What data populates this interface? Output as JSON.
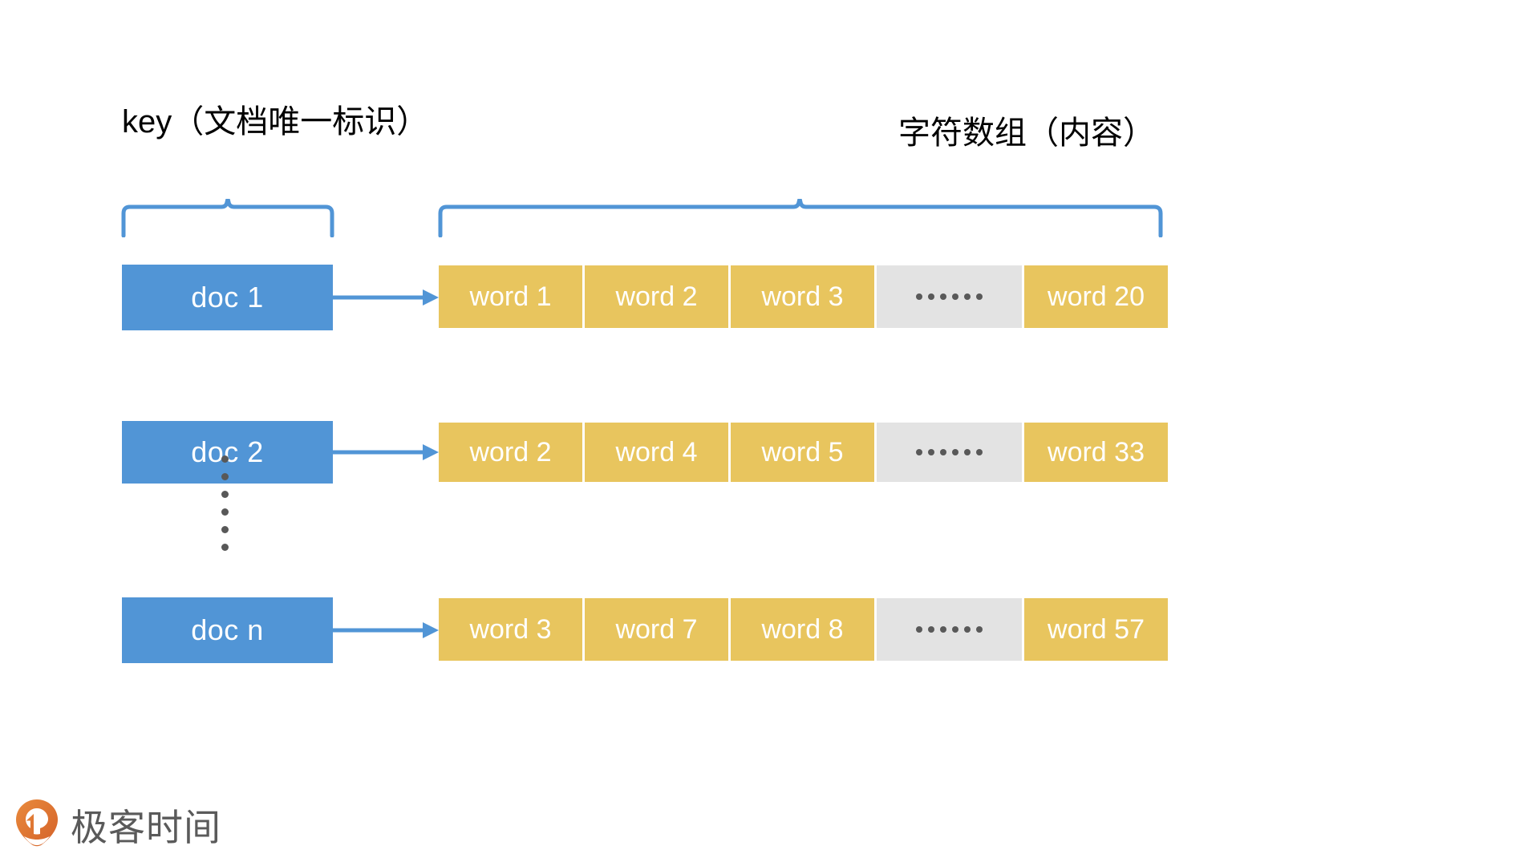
{
  "diagram": {
    "title_left": "key（文档唯一标识）",
    "title_right": "字符数组（内容）",
    "colors": {
      "key_box": "#5195D6",
      "word_cell": "#E8C55E",
      "gap_cell": "#E3E3E3",
      "brace": "#5195D6",
      "arrow": "#5195D6",
      "text_on_box": "#FFFFFF",
      "label_text": "#000000",
      "dots": "#595959",
      "logo_mark": "#E2712B",
      "logo_text": "#5A5A5A"
    },
    "rows": [
      {
        "key": "doc 1",
        "cells": [
          "word 1",
          "word 2",
          "word 3",
          "……",
          "word 20"
        ],
        "gap_index": 3
      },
      {
        "key": "doc 2",
        "cells": [
          "word 2",
          "word 4",
          "word 5",
          "……",
          "word 33"
        ],
        "gap_index": 3
      },
      {
        "key": "doc n",
        "cells": [
          "word 3",
          "word 7",
          "word 8",
          "……",
          "word 57"
        ],
        "gap_index": 3
      }
    ],
    "vertical_ellipsis_dots": 6,
    "horizontal_ellipsis_dots": 6
  },
  "footer": {
    "logo_text": "极客时间",
    "logo_icon": "geektime-pin-icon"
  }
}
